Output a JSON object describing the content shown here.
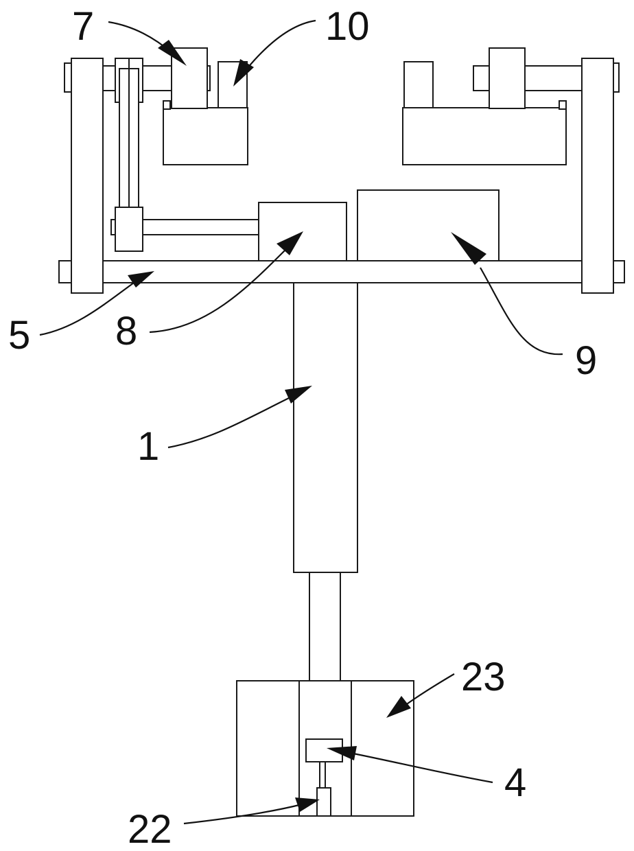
{
  "labels": {
    "l1": "1",
    "l4": "4",
    "l5": "5",
    "l7": "7",
    "l8": "8",
    "l9": "9",
    "l10": "10",
    "l22": "22",
    "l23": "23"
  },
  "colors": {
    "stroke": "#1a1a1a",
    "background": "#ffffff"
  }
}
